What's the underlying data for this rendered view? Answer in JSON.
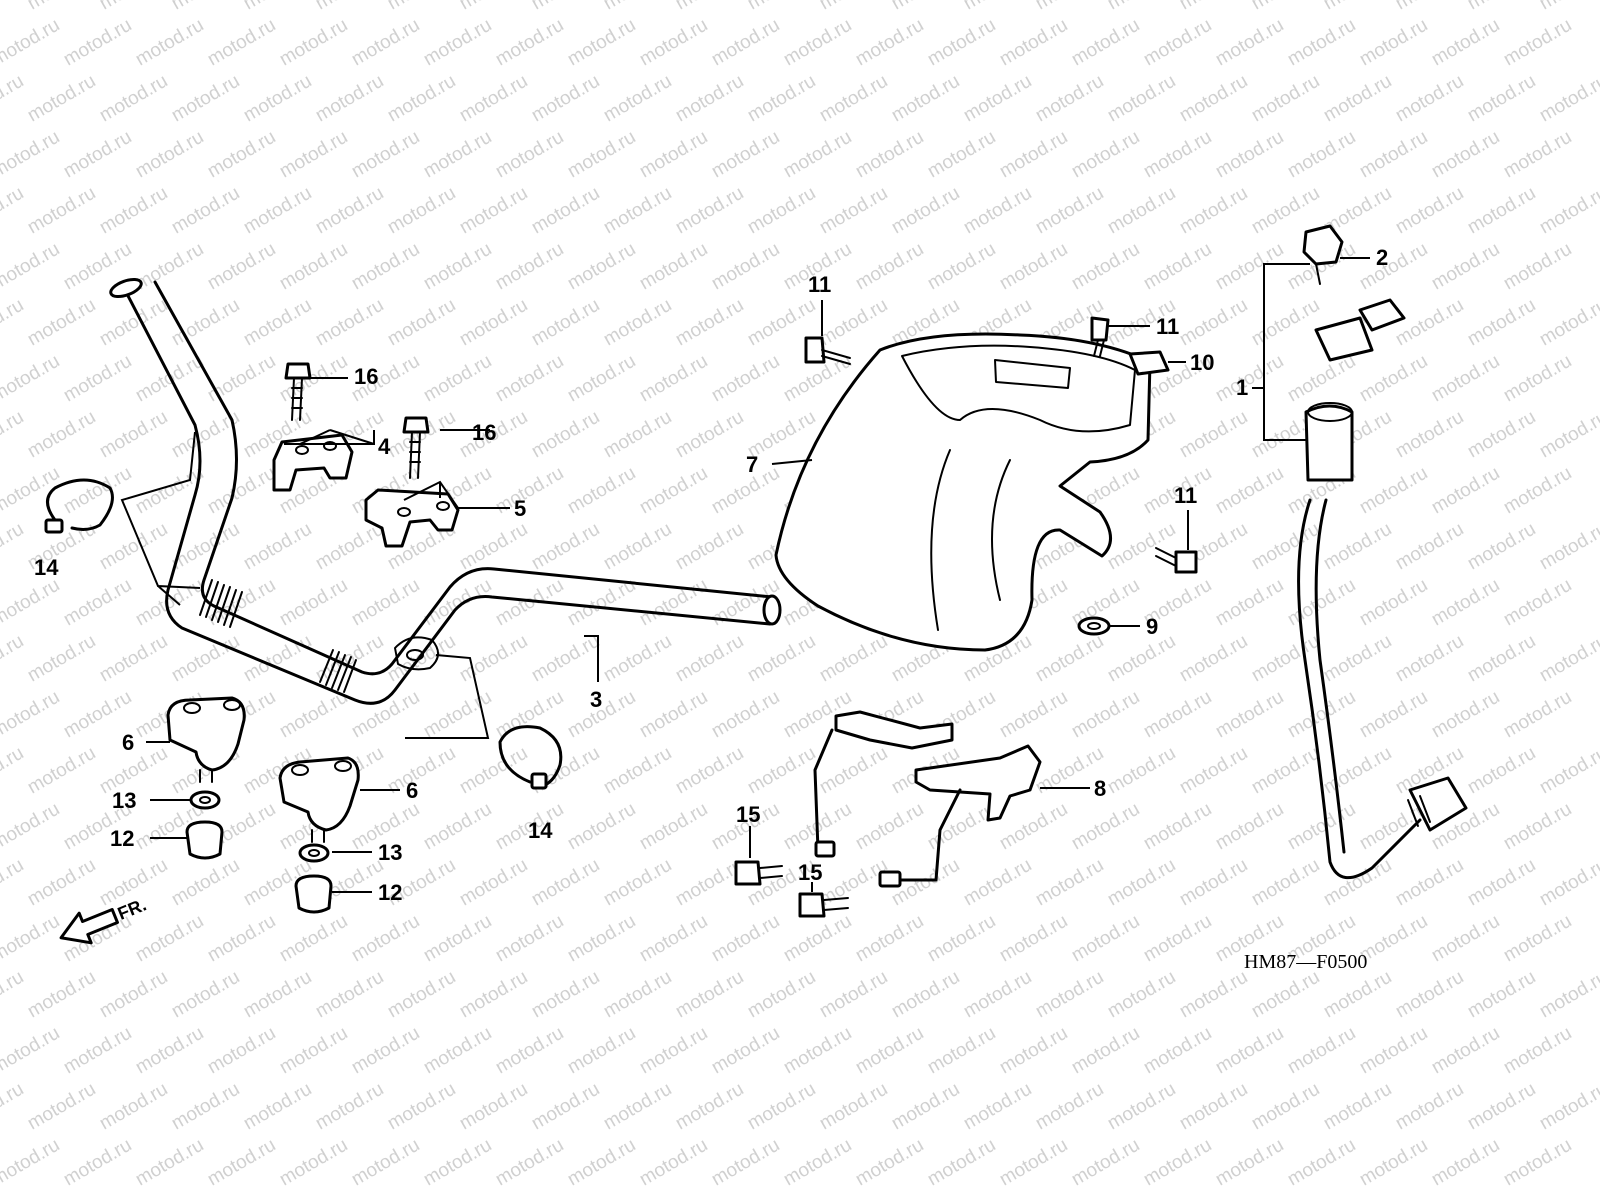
{
  "watermark": "motod.ru",
  "diagram_code": "HM87—F0500",
  "front_label": "FR.",
  "callouts": {
    "c1": "1",
    "c2": "2",
    "c3": "3",
    "c4": "4",
    "c5": "5",
    "c6a": "6",
    "c6b": "6",
    "c7": "7",
    "c8": "8",
    "c9": "9",
    "c10": "10",
    "c11a": "11",
    "c11b": "11",
    "c11c": "11",
    "c12a": "12",
    "c12b": "12",
    "c13a": "13",
    "c13b": "13",
    "c14a": "14",
    "c14b": "14",
    "c15a": "15",
    "c15b": "15",
    "c16a": "16",
    "c16b": "16"
  },
  "icons": {
    "front_arrow": "arrow-left-down-icon"
  }
}
